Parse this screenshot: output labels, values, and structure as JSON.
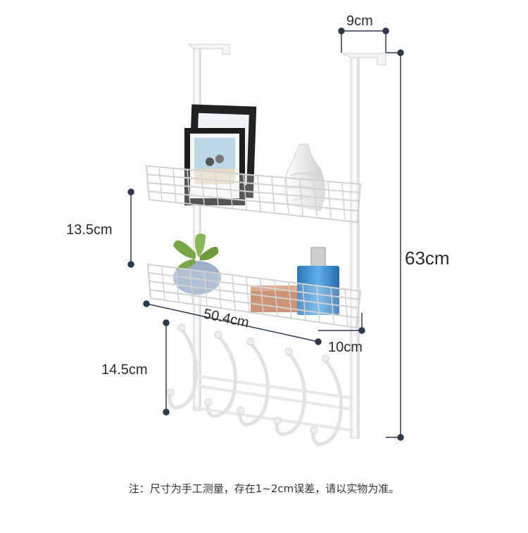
{
  "dimensions": {
    "hook_depth": "9cm",
    "total_height": "63cm",
    "shelf_gap": "13.5cm",
    "width": "50.4cm",
    "shelf_depth": "10cm",
    "hook_height": "14.5cm"
  },
  "note": "注：尺寸为手工测量，存在1~2cm误差，请以实物为准。",
  "colors": {
    "dimension_line": "#2e3a4a",
    "rack": "#f4f4f4",
    "rack_edge": "#cfcfcf",
    "blue_bottle": "#3f8fd1",
    "plant": "#7aa64a"
  },
  "icons": [
    "photo-frame",
    "vase",
    "plant-pot",
    "perfume-bottle",
    "book"
  ]
}
